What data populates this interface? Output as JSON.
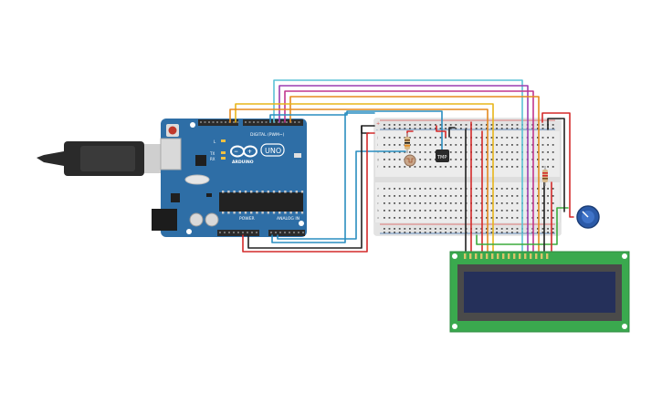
{
  "arduino": {
    "brand": "ARDUINO",
    "model": "UNO",
    "digital_header": "DIGITAL (PWM~)",
    "power_label": "POWER",
    "analog_label": "ANALOG IN",
    "led_labels": [
      "L",
      "TX",
      "RX"
    ],
    "colors": {
      "board": "#2e6ea6",
      "header": "#2b2b2b",
      "reset": "#c0392b"
    }
  },
  "breadboard": {
    "row_letters": [
      "a",
      "b",
      "c",
      "d",
      "e",
      "f",
      "g",
      "h",
      "i",
      "j"
    ],
    "rail_marks": [
      "+",
      "-"
    ]
  },
  "sensor": {
    "label": "TMP"
  },
  "usb_cable": {
    "color": "#2a2a2a"
  },
  "lcd": {
    "screen_color": "#25305a",
    "pcb_color": "#3aa94e"
  },
  "wire_colors": {
    "red": "#d42a2a",
    "black": "#222222",
    "cyan": "#5bc2d6",
    "blue": "#2a8ec0",
    "purple": "#9b3fb0",
    "magenta": "#c1368f",
    "orange": "#e58a1f",
    "yellow": "#e8b51a",
    "green": "#3cab3c",
    "gray": "#8f8f8f"
  }
}
